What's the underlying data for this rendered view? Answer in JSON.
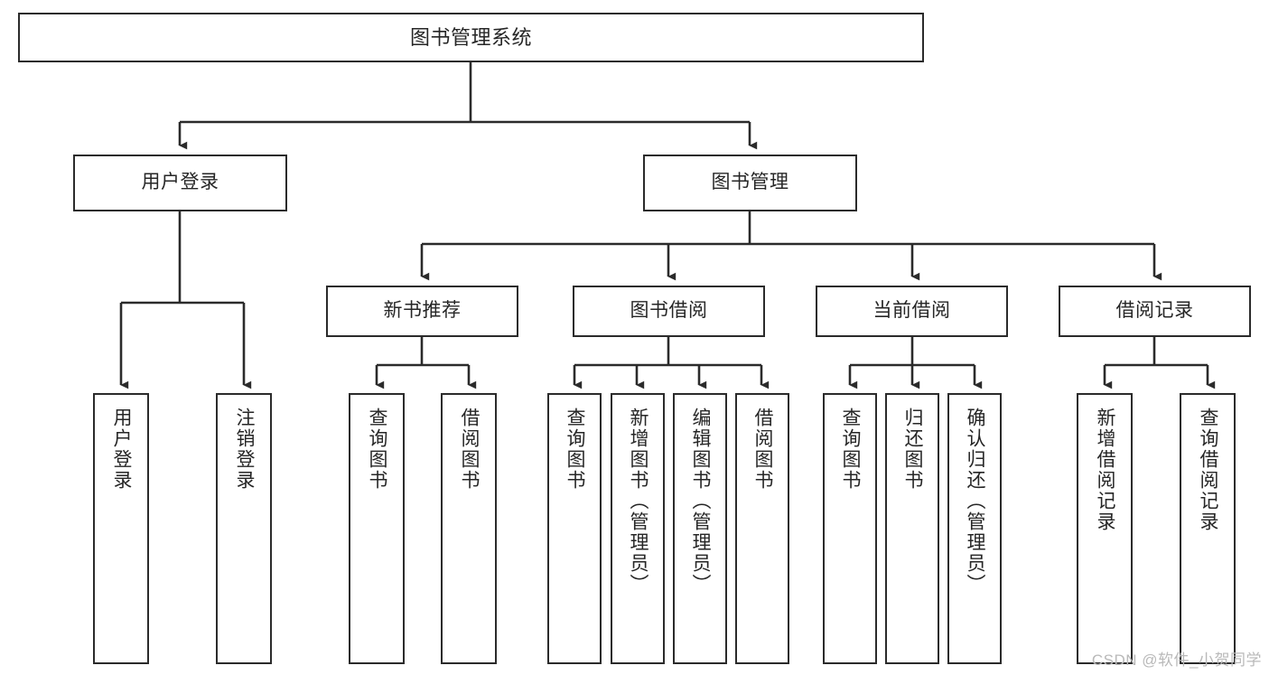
{
  "diagram": {
    "title": "图书管理系统",
    "type": "功能结构图",
    "line_color": "#2b2b2b",
    "box_fill": "#ffffff",
    "text_color": "#262626"
  },
  "root": {
    "label": "图书管理系统"
  },
  "level1": [
    {
      "label": "用户登录"
    },
    {
      "label": "图书管理"
    }
  ],
  "level2": [
    {
      "label": "新书推荐"
    },
    {
      "label": "图书借阅"
    },
    {
      "label": "当前借阅"
    },
    {
      "label": "借阅记录"
    }
  ],
  "leaves": {
    "user_login": [
      {
        "label": "用户登录"
      },
      {
        "label": "注销登录"
      }
    ],
    "new_book": [
      {
        "label": "查询图书"
      },
      {
        "label": "借阅图书"
      }
    ],
    "book_borrow": [
      {
        "label": "查询图书"
      },
      {
        "label": "新增图书（管理员）"
      },
      {
        "label": "编辑图书（管理员）"
      },
      {
        "label": "借阅图书"
      }
    ],
    "current_borrow": [
      {
        "label": "查询图书"
      },
      {
        "label": "归还图书"
      },
      {
        "label": "确认归还（管理员）"
      }
    ],
    "borrow_record": [
      {
        "label": "新增借阅记录"
      },
      {
        "label": "查询借阅记录"
      }
    ]
  },
  "watermark": {
    "text": "CSDN @软件_小贺同学"
  }
}
